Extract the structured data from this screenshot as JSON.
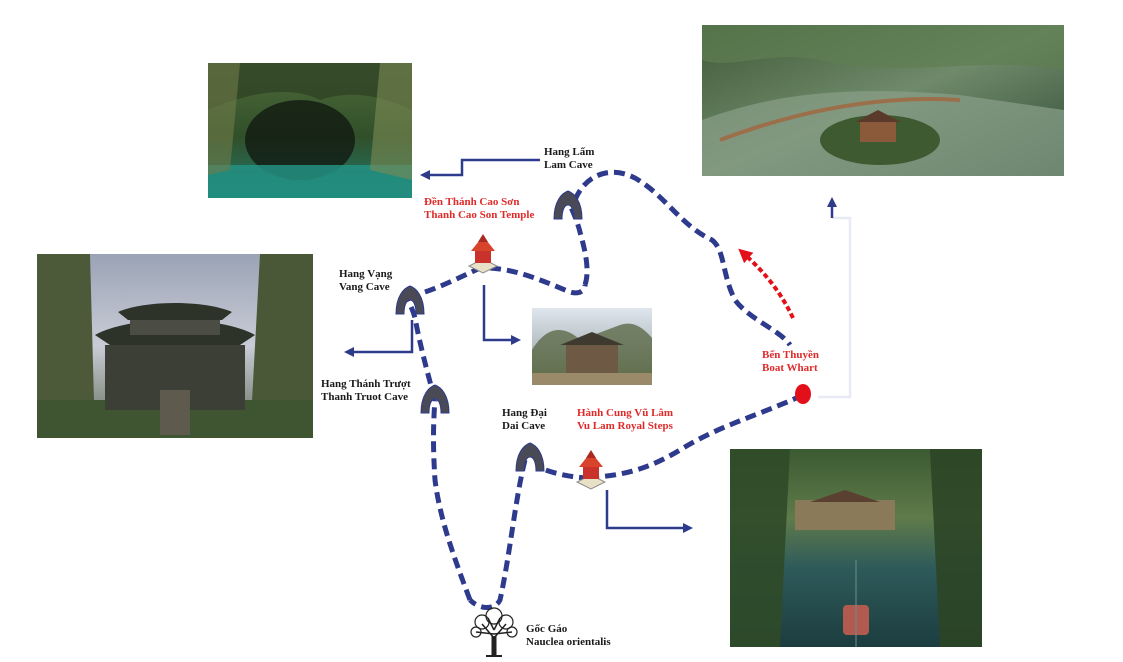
{
  "colors": {
    "route": "#2e3a8c",
    "arrow": "#2e3a8c",
    "highlight_label": "#e02a2a",
    "normal_label": "#1a1a1a",
    "wharf_marker": "#e3101a",
    "temple_roof": "#d8432b",
    "cave_icon": "#4a4a56"
  },
  "places": {
    "hang_lam": {
      "name_vi": "Hang Lấm",
      "name_en": "Lam Cave"
    },
    "den_thanh_cao_son": {
      "name_vi": "Đền Thánh Cao Sơn",
      "name_en": "Thanh Cao Son Temple"
    },
    "hang_vang": {
      "name_vi": "Hang Vạng",
      "name_en": "Vang Cave"
    },
    "hang_thanh_truot": {
      "name_vi": "Hang Thánh Trượt",
      "name_en": "Thanh Truot Cave"
    },
    "hang_dai": {
      "name_vi": "Hang Đại",
      "name_en": "Dai Cave"
    },
    "hanh_cung_vu_lam": {
      "name_vi": "Hành Cung Vũ Lâm",
      "name_en": "Vu Lam Royal Steps"
    },
    "ben_thuyen": {
      "name_vi": "Bến Thuyền",
      "name_en": "Boat Whart"
    },
    "goc_gao": {
      "name_vi": "Gốc Gáo",
      "name_en": "Nauclea orientalis"
    }
  },
  "icons": {
    "cave": "cave-icon",
    "temple": "temple-icon",
    "tree": "tree-icon",
    "wharf": "wharf-marker-icon"
  },
  "photos": [
    {
      "name": "photo-lam-cave",
      "subject": "cave mouth over green water"
    },
    {
      "name": "photo-wharf-aerial",
      "subject": "aerial view of temple complex and river"
    },
    {
      "name": "photo-vang-cave-gate",
      "subject": "ancient gate with curved roof in cliffs"
    },
    {
      "name": "photo-cao-son-temple",
      "subject": "temple building among karst hills"
    },
    {
      "name": "photo-vu-lam-river",
      "subject": "river canyon with boat and temple"
    }
  ]
}
